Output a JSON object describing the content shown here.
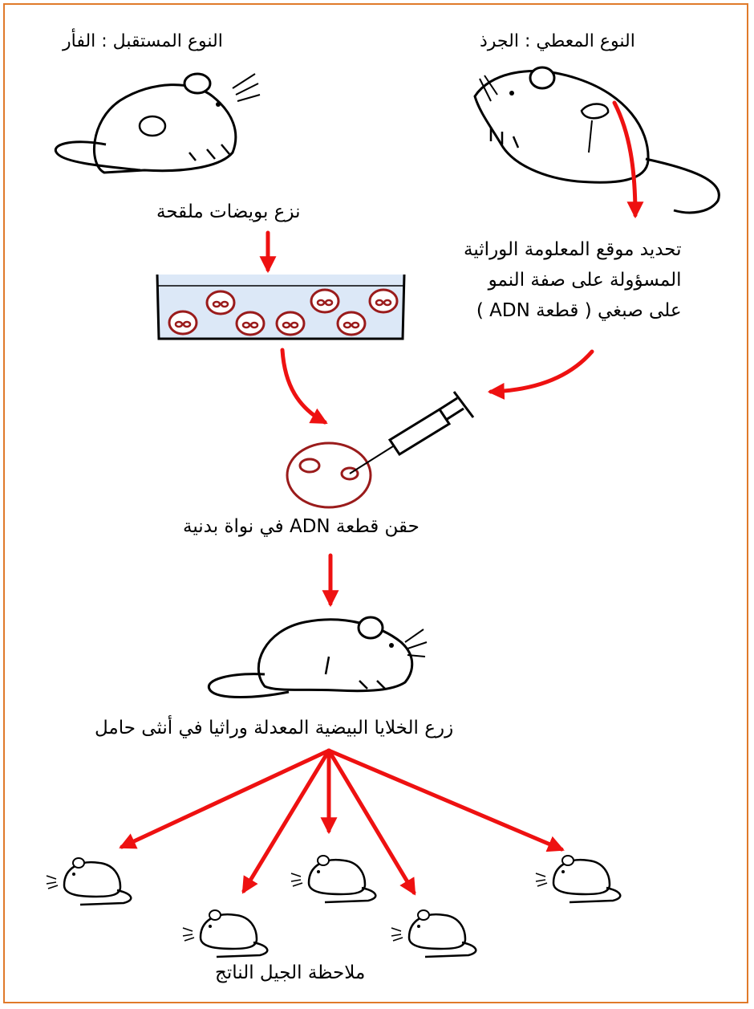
{
  "labels": {
    "recipient": "النوع المستقبل : الفأر",
    "donor": "النوع المعطي : الجرذ",
    "remove_eggs": "نزع بويضات ملقحة",
    "locate_gene": [
      "تحديد موقع المعلومة الوراثية",
      "المسؤولة على صفة النمو",
      "على صبغي ( قطعة ADN )"
    ],
    "inject": "حقن قطعة ADN في نواة بدنية",
    "implant": "زرع الخلايا البيضية المعدلة وراثيا في أنثى حامل",
    "observe": "ملاحظة الجيل الناتج"
  },
  "colors": {
    "frame": "#e07a2a",
    "arrow": "#ee1111",
    "cell_outline": "#9a1b1b",
    "dish_fill": "#dce8f7"
  },
  "icons": [
    "mouse-icon",
    "rat-icon",
    "petri-dish-icon",
    "egg-cell-icon",
    "syringe-icon",
    "pregnant-mouse-icon",
    "offspring-mouse-icon"
  ]
}
